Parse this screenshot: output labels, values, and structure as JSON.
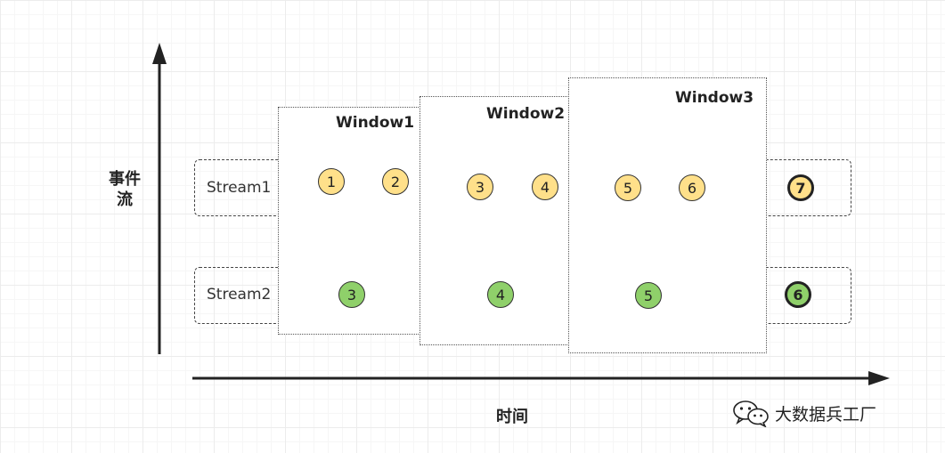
{
  "axes": {
    "y_label": "事件流",
    "x_label": "时间"
  },
  "streams": [
    {
      "label": "Stream1"
    },
    {
      "label": "Stream2"
    }
  ],
  "windows": [
    {
      "title": "Window1",
      "stream1_events": [
        "1",
        "2"
      ],
      "stream2_events": [
        "3"
      ]
    },
    {
      "title": "Window2",
      "stream1_events": [
        "3",
        "4"
      ],
      "stream2_events": [
        "4"
      ]
    },
    {
      "title": "Window3",
      "stream1_events": [
        "5",
        "6"
      ],
      "stream2_events": [
        "5"
      ]
    }
  ],
  "late_events": {
    "stream1": "7",
    "stream2": "6"
  },
  "colors": {
    "stream1_event": "#ffe08a",
    "stream2_event": "#8fd06a"
  },
  "watermark": {
    "text": "大数据兵工厂",
    "icon": "wechat-icon"
  }
}
